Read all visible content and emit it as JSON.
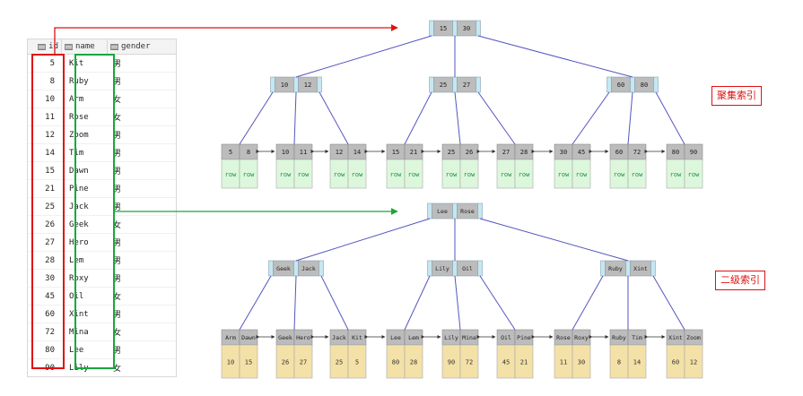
{
  "table": {
    "headers": [
      "id",
      "name",
      "gender"
    ],
    "rows": [
      [
        "5",
        "Kit",
        "男"
      ],
      [
        "8",
        "Ruby",
        "男"
      ],
      [
        "10",
        "Arm",
        "女"
      ],
      [
        "11",
        "Rose",
        "女"
      ],
      [
        "12",
        "Zoom",
        "男"
      ],
      [
        "14",
        "Tim",
        "男"
      ],
      [
        "15",
        "Dawn",
        "男"
      ],
      [
        "21",
        "Pine",
        "男"
      ],
      [
        "25",
        "Jack",
        "男"
      ],
      [
        "26",
        "Geek",
        "女"
      ],
      [
        "27",
        "Hero",
        "男"
      ],
      [
        "28",
        "Lem",
        "男"
      ],
      [
        "30",
        "Roxy",
        "男"
      ],
      [
        "45",
        "Oil",
        "女"
      ],
      [
        "60",
        "Xint",
        "男"
      ],
      [
        "72",
        "Mina",
        "女"
      ],
      [
        "80",
        "Lee",
        "男"
      ],
      [
        "90",
        "Lily",
        "女"
      ]
    ]
  },
  "clustered_index": {
    "label": "聚集索引",
    "root": [
      "15",
      "30"
    ],
    "internal": [
      [
        "10",
        "12"
      ],
      [
        "25",
        "27"
      ],
      [
        "60",
        "80"
      ]
    ],
    "leaves": [
      [
        "5",
        "8"
      ],
      [
        "10",
        "11"
      ],
      [
        "12",
        "14"
      ],
      [
        "15",
        "21"
      ],
      [
        "25",
        "26"
      ],
      [
        "27",
        "28"
      ],
      [
        "30",
        "45"
      ],
      [
        "60",
        "72"
      ],
      [
        "80",
        "90"
      ]
    ],
    "row_text": "row"
  },
  "secondary_index": {
    "label": "二级索引",
    "root": [
      "Lee",
      "Rose"
    ],
    "internal": [
      [
        "Geek",
        "Jack"
      ],
      [
        "Lily",
        "Oil"
      ],
      [
        "Ruby",
        "Xint"
      ]
    ],
    "leaves": [
      [
        "Arm",
        "Dawn"
      ],
      [
        "Geek",
        "Hero"
      ],
      [
        "Jack",
        "Kit"
      ],
      [
        "Lee",
        "Lem"
      ],
      [
        "Lily",
        "Mina"
      ],
      [
        "Oil",
        "Pine"
      ],
      [
        "Rose",
        "Roxy"
      ],
      [
        "Ruby",
        "Tim"
      ],
      [
        "Xint",
        "Zoom"
      ]
    ],
    "leaf_ids": [
      [
        "10",
        "15"
      ],
      [
        "26",
        "27"
      ],
      [
        "25",
        "5"
      ],
      [
        "80",
        "28"
      ],
      [
        "90",
        "72"
      ],
      [
        "45",
        "21"
      ],
      [
        "11",
        "30"
      ],
      [
        "8",
        "14"
      ],
      [
        "60",
        "12"
      ]
    ]
  },
  "colors": {
    "key_cell": "#bcbcbc",
    "pointer_cell": "#c5e7f2",
    "row_cell": "#ddf7dd",
    "row_text": "#1a8f3c",
    "id_cell": "#f3e1a8",
    "edge": "#5555c0",
    "red": "#e01010",
    "green": "#17a83a"
  }
}
